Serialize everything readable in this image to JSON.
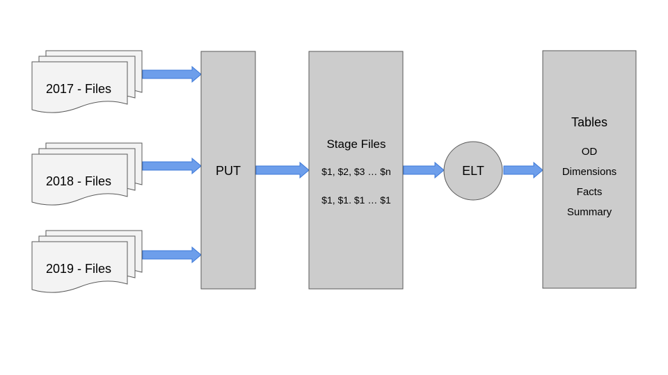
{
  "colors": {
    "box_fill": "#cccccc",
    "box_stroke": "#595959",
    "file_fill": "#f3f3f3",
    "arrow_fill": "#6d9eeb",
    "arrow_stroke": "#3c78d8",
    "text": "#000000"
  },
  "sources": [
    {
      "label": "2017 - Files",
      "icon": "document-stack-icon"
    },
    {
      "label": "2018 - Files",
      "icon": "document-stack-icon"
    },
    {
      "label": "2019 - Files",
      "icon": "document-stack-icon"
    }
  ],
  "put": {
    "label": "PUT"
  },
  "stage": {
    "title": "Stage Files",
    "line1": "$1, $2, $3 … $n",
    "line2": "$1, $1. $1 … $1"
  },
  "elt": {
    "label": "ELT"
  },
  "tables": {
    "title": "Tables",
    "items": [
      "OD",
      "Dimensions",
      "Facts",
      "Summary"
    ]
  }
}
